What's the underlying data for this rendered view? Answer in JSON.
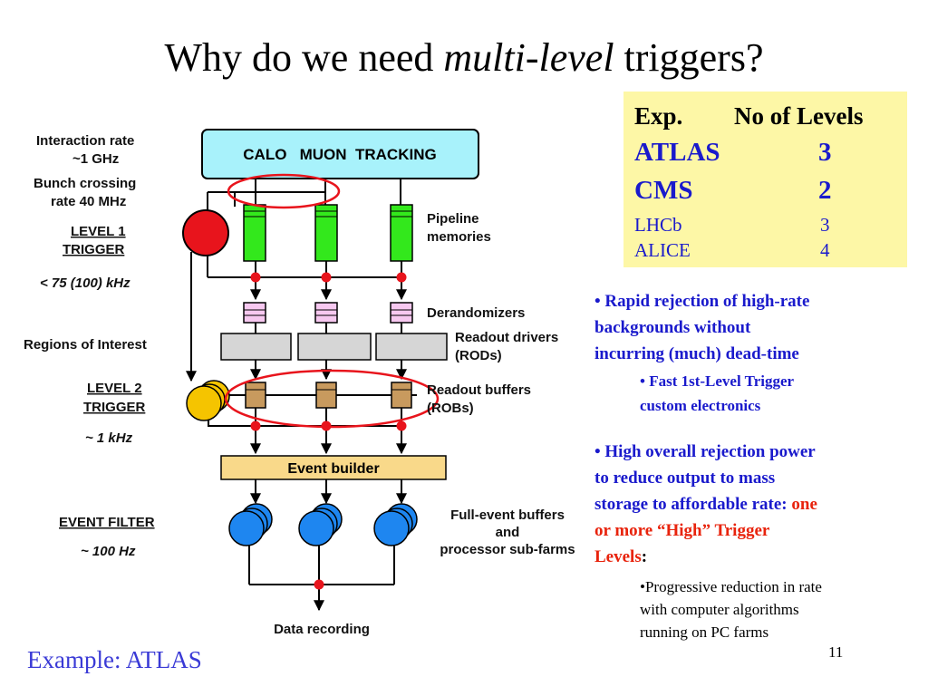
{
  "title": {
    "part1": "Why do we need ",
    "italic": "multi-level",
    "part2": " triggers?"
  },
  "diagram": {
    "left_labels": {
      "interaction_rate": "Interaction rate",
      "interaction_rate_value": "~1 GHz",
      "bunch_crossing": "Bunch crossing",
      "bunch_crossing_rate": "rate 40 MHz",
      "level1_line1": "LEVEL 1",
      "level1_line2": "TRIGGER",
      "level1_rate": "< 75 (100) kHz",
      "regions_of_interest": "Regions of Interest",
      "level2_line1": "LEVEL 2",
      "level2_line2": "TRIGGER",
      "level2_rate": "~ 1 kHz",
      "event_filter": "EVENT FILTER",
      "event_filter_rate": "~ 100 Hz"
    },
    "detector_box": "CALO   MUON  TRACKING",
    "right_labels": {
      "pipeline_1": "Pipeline",
      "pipeline_2": "memories",
      "derandomizers": "Derandomizers",
      "readout_drivers_1": "Readout drivers",
      "readout_drivers_2": "(RODs)",
      "readout_buffers_1": "Readout buffers",
      "readout_buffers_2": "(ROBs)",
      "full_event_1": "Full-event buffers",
      "full_event_2": "and",
      "full_event_3": "processor sub-farms"
    },
    "event_builder": "Event builder",
    "data_recording": "Data recording"
  },
  "levels_table": {
    "header": {
      "exp": "Exp.",
      "levels": "No of Levels"
    },
    "rows": [
      {
        "exp": "ATLAS",
        "levels": "3"
      },
      {
        "exp": "CMS",
        "levels": "2"
      },
      {
        "exp": "LHCb",
        "levels": "3"
      },
      {
        "exp": "ALICE",
        "levels": "4"
      }
    ]
  },
  "bullets": {
    "b1_line1": "• Rapid rejection of high-rate",
    "b1_line2": "backgrounds without",
    "b1_line3": "incurring (much) dead-time",
    "b1_sub_line1": "• Fast 1st-Level Trigger",
    "b1_sub_line2": "custom electronics",
    "b2_line1": "• High overall rejection power",
    "b2_line2": "to reduce output to mass",
    "b2_line3a": "storage to affordable rate: ",
    "b2_line3b": "one",
    "b2_line4": "or more “High” Trigger",
    "b2_line5a": "Levels",
    "b2_line5b": ":",
    "b2_sub_line1": "•Progressive reduction in rate",
    "b2_sub_line2": "with computer algorithms",
    "b2_sub_line3": "running on PC farms"
  },
  "footer": {
    "example": "Example: ATLAS",
    "page_number": "11"
  },
  "colors": {
    "detector_box": "#a8f2fb",
    "pipeline": "#33e81c",
    "derandomizer": "#f7c8f0",
    "rod": "#d6d6d6",
    "rob": "#c89a5e",
    "event_builder": "#f9d98a",
    "level1": "#e8141c",
    "level2": "#f5c400",
    "farm": "#1e86f0",
    "red_dot": "#e8141c",
    "ellipse": "#e8141c",
    "levels_box": "#fdf7a6",
    "blue_text": "#1a1acc",
    "red_text": "#e8230c"
  }
}
